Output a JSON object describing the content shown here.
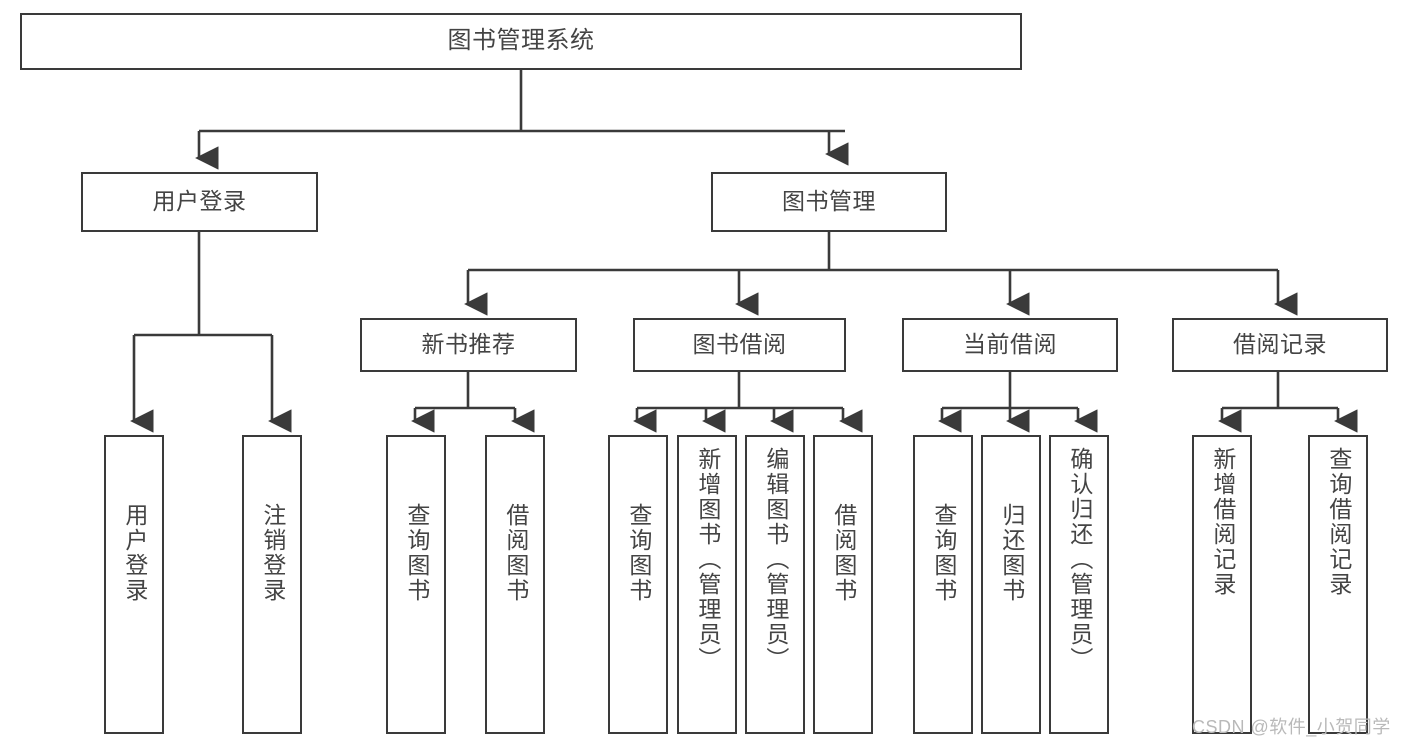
{
  "diagram": {
    "title": "图书管理系统",
    "type": "hierarchy-tree",
    "root": {
      "label": "图书管理系统"
    },
    "level1": [
      {
        "label": "用户登录"
      },
      {
        "label": "图书管理"
      }
    ],
    "level2": [
      {
        "label": "新书推荐",
        "parent": "图书管理"
      },
      {
        "label": "图书借阅",
        "parent": "图书管理"
      },
      {
        "label": "当前借阅",
        "parent": "图书管理"
      },
      {
        "label": "借阅记录",
        "parent": "图书管理"
      }
    ],
    "leaves": {
      "user_login": [
        {
          "label": "用户登录"
        },
        {
          "label": "注销登录"
        }
      ],
      "new_book_recommend": [
        {
          "label": "查询图书"
        },
        {
          "label": "借阅图书"
        }
      ],
      "book_borrow": [
        {
          "label": "查询图书"
        },
        {
          "label": "新增图书（管理员）"
        },
        {
          "label": "编辑图书（管理员）"
        },
        {
          "label": "借阅图书"
        }
      ],
      "current_borrow": [
        {
          "label": "查询图书"
        },
        {
          "label": "归还图书"
        },
        {
          "label": "确认归还（管理员）"
        }
      ],
      "borrow_record": [
        {
          "label": "新增借阅记录"
        },
        {
          "label": "查询借阅记录"
        }
      ]
    }
  },
  "watermark": {
    "text": "CSDN @软件_小贺同学"
  },
  "colors": {
    "border": "#3a3a3a",
    "text": "#444444",
    "background": "#ffffff",
    "watermark": "#b9b9b9"
  }
}
